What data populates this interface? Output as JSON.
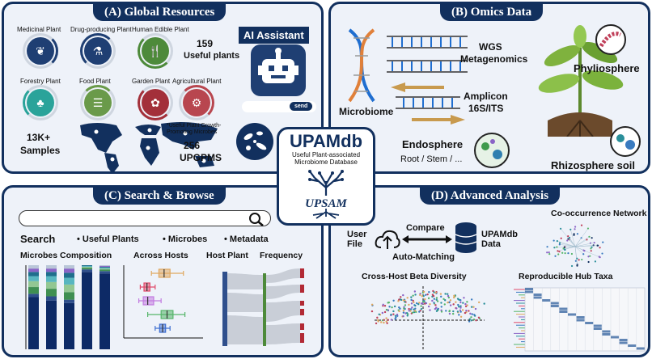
{
  "panelA": {
    "title": "(A) Global Resources",
    "plants": [
      {
        "label": "Medicinal Plant",
        "color": "#1f3f73"
      },
      {
        "label": "Drug-producing Plant",
        "color": "#1f3f73"
      },
      {
        "label": "Human Edible Plant",
        "color": "#4d8a3a"
      },
      {
        "label": "Forestry Plant",
        "color": "#2aa39a"
      },
      {
        "label": "Food Plant",
        "color": "#6a9a4a"
      },
      {
        "label": "Garden Plant",
        "color": "#a3303a"
      },
      {
        "label": "Agricultural Plant",
        "color": "#b8464f"
      }
    ],
    "useful_count": "159",
    "useful_label": "Useful plants",
    "ai_label": "AI Assistant",
    "send_label": "send",
    "samples_count": "13K+",
    "samples_label": "Samples",
    "upgpm_note": "*Useful Plant Growth-Promoting Microbes",
    "upgpm_count": "256",
    "upgpm_label": "UPGPMS"
  },
  "panelB": {
    "title": "(B) Omics Data",
    "wgs": "WGS",
    "metagenomics": "Metagenomics",
    "microbiome": "Microbiome",
    "amplicon": "Amplicon",
    "its": "16S/ITS",
    "phyllosphere": "Phyliosphere",
    "endosphere": "Endosphere",
    "root_stem": "Root / Stem / ...",
    "rhizosphere": "Rhizosphere soil"
  },
  "center": {
    "name": "UPAMdb",
    "sub1": "Useful Plant-associated",
    "sub2": "Microbiome Database",
    "logo_text": "UPSAM"
  },
  "panelC": {
    "title": "(C) Search & Browse",
    "search_label": "Search",
    "options": [
      "Useful Plants",
      "Microbes",
      "Metadata"
    ],
    "composition_label": "Microbes Composition",
    "hosts_label": "Across Hosts",
    "host_plant_label": "Host Plant",
    "frequency_label": "Frequency"
  },
  "panelD": {
    "title": "(D) Advanced Analysis",
    "user_file": "User\nFile",
    "compare": "Compare",
    "auto_matching": "Auto-Matching",
    "upamdb_data": "UPAMdb\nData",
    "network_label": "Co-occurrence Network",
    "beta_label": "Cross-Host Beta Diversity",
    "hub_label": "Reproducible Hub Taxa"
  },
  "chart_data": [
    {
      "type": "bar",
      "title": "Microbes Composition",
      "stacked": true,
      "categories": [
        "",
        "",
        "",
        "",
        ""
      ],
      "series": [
        {
          "color": "#0d2a66",
          "values": [
            62,
            58,
            55,
            92,
            90
          ]
        },
        {
          "color": "#2f4f8c",
          "values": [
            4,
            5,
            4,
            3,
            3
          ]
        },
        {
          "color": "#3f8f52",
          "values": [
            8,
            9,
            9,
            2,
            2
          ]
        },
        {
          "color": "#93c793",
          "values": [
            7,
            8,
            9,
            1,
            1
          ]
        },
        {
          "color": "#58b6c0",
          "values": [
            6,
            7,
            8,
            1,
            1
          ]
        },
        {
          "color": "#1f6e8c",
          "values": [
            5,
            5,
            6,
            1,
            1
          ]
        },
        {
          "color": "#8a64c6",
          "values": [
            4,
            4,
            5,
            0,
            1
          ]
        },
        {
          "color": "#b9c6d8",
          "values": [
            4,
            4,
            4,
            0,
            1
          ]
        }
      ],
      "ylim": [
        0,
        100
      ]
    },
    {
      "type": "box",
      "title": "Across Hosts",
      "groups": [
        {
          "color": "#e0a860",
          "q1": 45,
          "median": 52,
          "q3": 60,
          "min": 35,
          "max": 78
        },
        {
          "color": "#e04a6a",
          "q1": 25,
          "median": 29,
          "q3": 33,
          "min": 20,
          "max": 40
        },
        {
          "color": "#c27be0",
          "q1": 24,
          "median": 30,
          "q3": 38,
          "min": 18,
          "max": 48
        },
        {
          "color": "#56b56a",
          "q1": 48,
          "median": 56,
          "q3": 64,
          "min": 30,
          "max": 80
        },
        {
          "color": "#3f6fd0",
          "q1": 46,
          "median": 50,
          "q3": 54,
          "min": 40,
          "max": 60
        }
      ],
      "xlim": [
        0,
        100
      ]
    }
  ]
}
